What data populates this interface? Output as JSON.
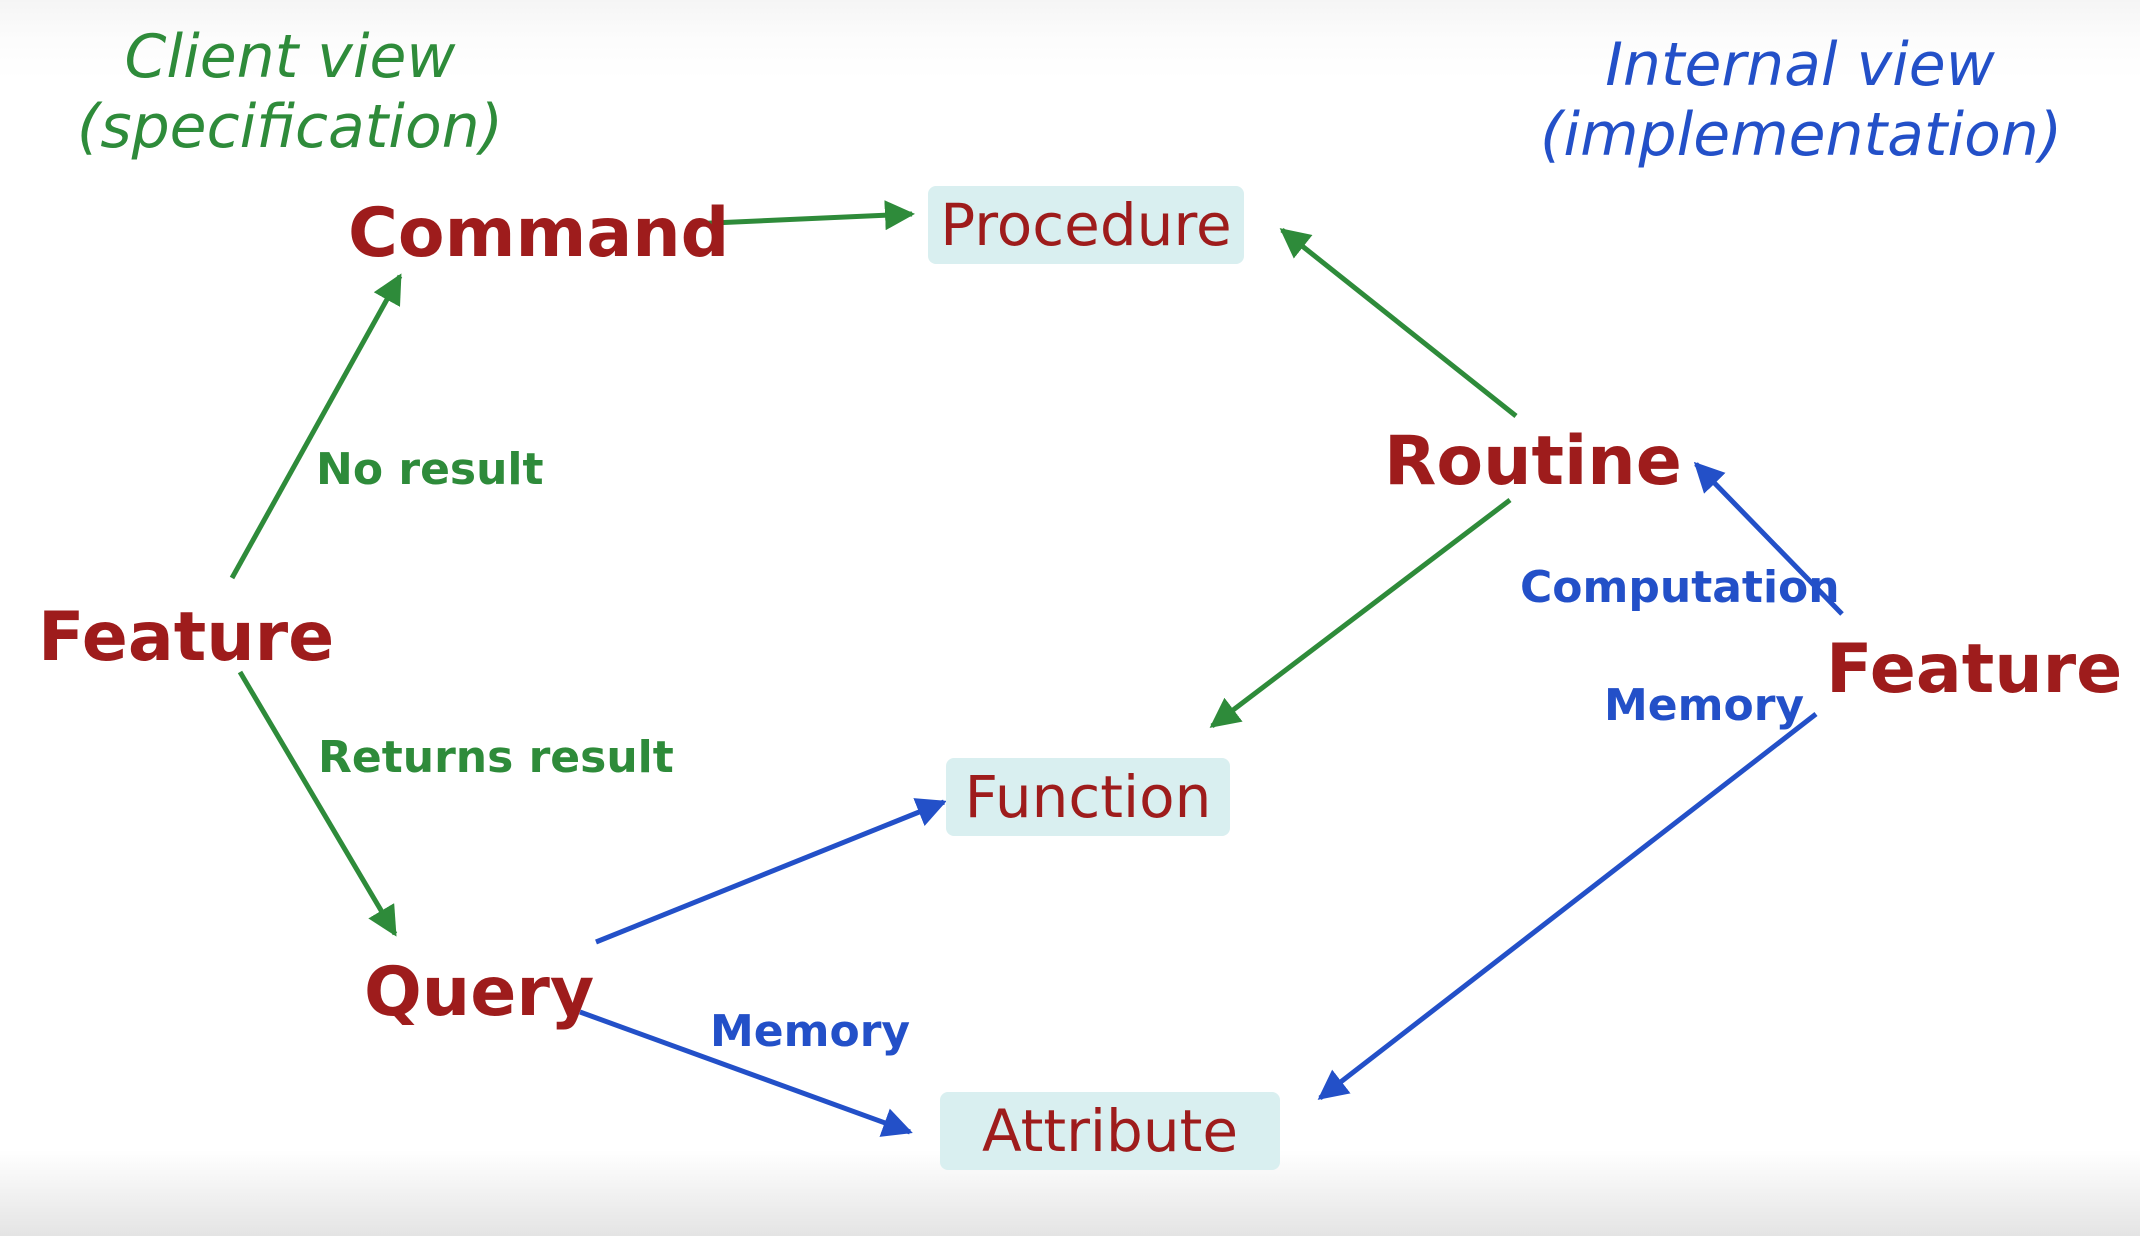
{
  "headings": {
    "client": {
      "line1": "Client view",
      "line2": "(specification)"
    },
    "internal": {
      "line1": "Internal view",
      "line2": "(implementation)"
    }
  },
  "nodes": {
    "feature_left": "Feature",
    "command": "Command",
    "query": "Query",
    "routine": "Routine",
    "feature_right": "Feature",
    "procedure": "Procedure",
    "function": "Function",
    "attribute": "Attribute"
  },
  "edge_labels": {
    "no_result": "No result",
    "returns_result": "Returns result",
    "computation": "Computation",
    "memory_right": "Memory",
    "memory_query": "Memory"
  },
  "colors": {
    "client_green": "#2e8b3a",
    "internal_blue": "#2350c8",
    "concept_red": "#9e1c1c",
    "box_fill": "#d9eff0"
  }
}
